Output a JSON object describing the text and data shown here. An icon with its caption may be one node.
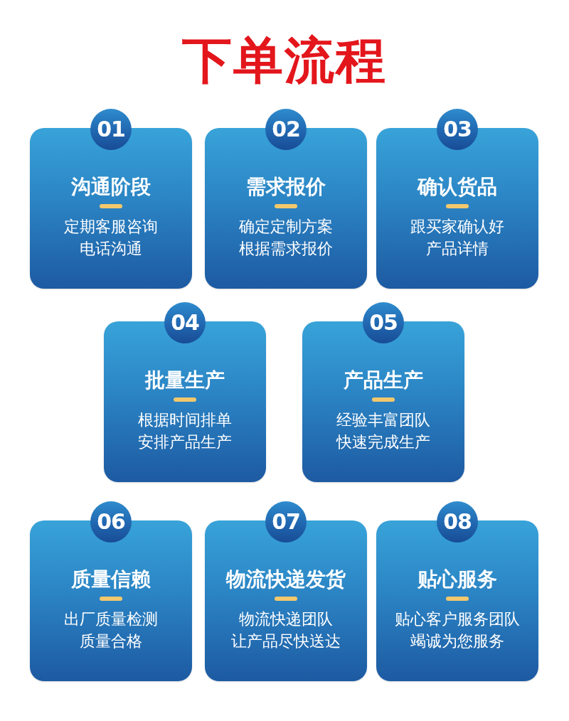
{
  "diagram": {
    "title": "下单流程",
    "nodes": [
      {
        "text": [
          "01",
          "沟通阶段",
          "定期客服咨询电话沟通"
        ]
      },
      {
        "text": [
          "02",
          "需求报价",
          "确定定制方案根据需求报价"
        ]
      },
      {
        "text": [
          "03",
          "确认货品",
          "跟买家确认好产品详情"
        ]
      },
      {
        "text": [
          "04",
          "批量生产",
          "根据时间排单安排产品生产"
        ]
      },
      {
        "text": [
          "05",
          "产品生产",
          "经验丰富团队快速完成生产"
        ]
      },
      {
        "text": [
          "06",
          "质量信赖",
          "出厂质量检测质量合格"
        ]
      },
      {
        "text": [
          "07",
          "物流快递发货",
          "物流快递团队让产品尽快送达"
        ]
      },
      {
        "text": [
          "08",
          "贴心服务",
          "贴心客户服务团队竭诚为您服务"
        ]
      }
    ]
  }
}
